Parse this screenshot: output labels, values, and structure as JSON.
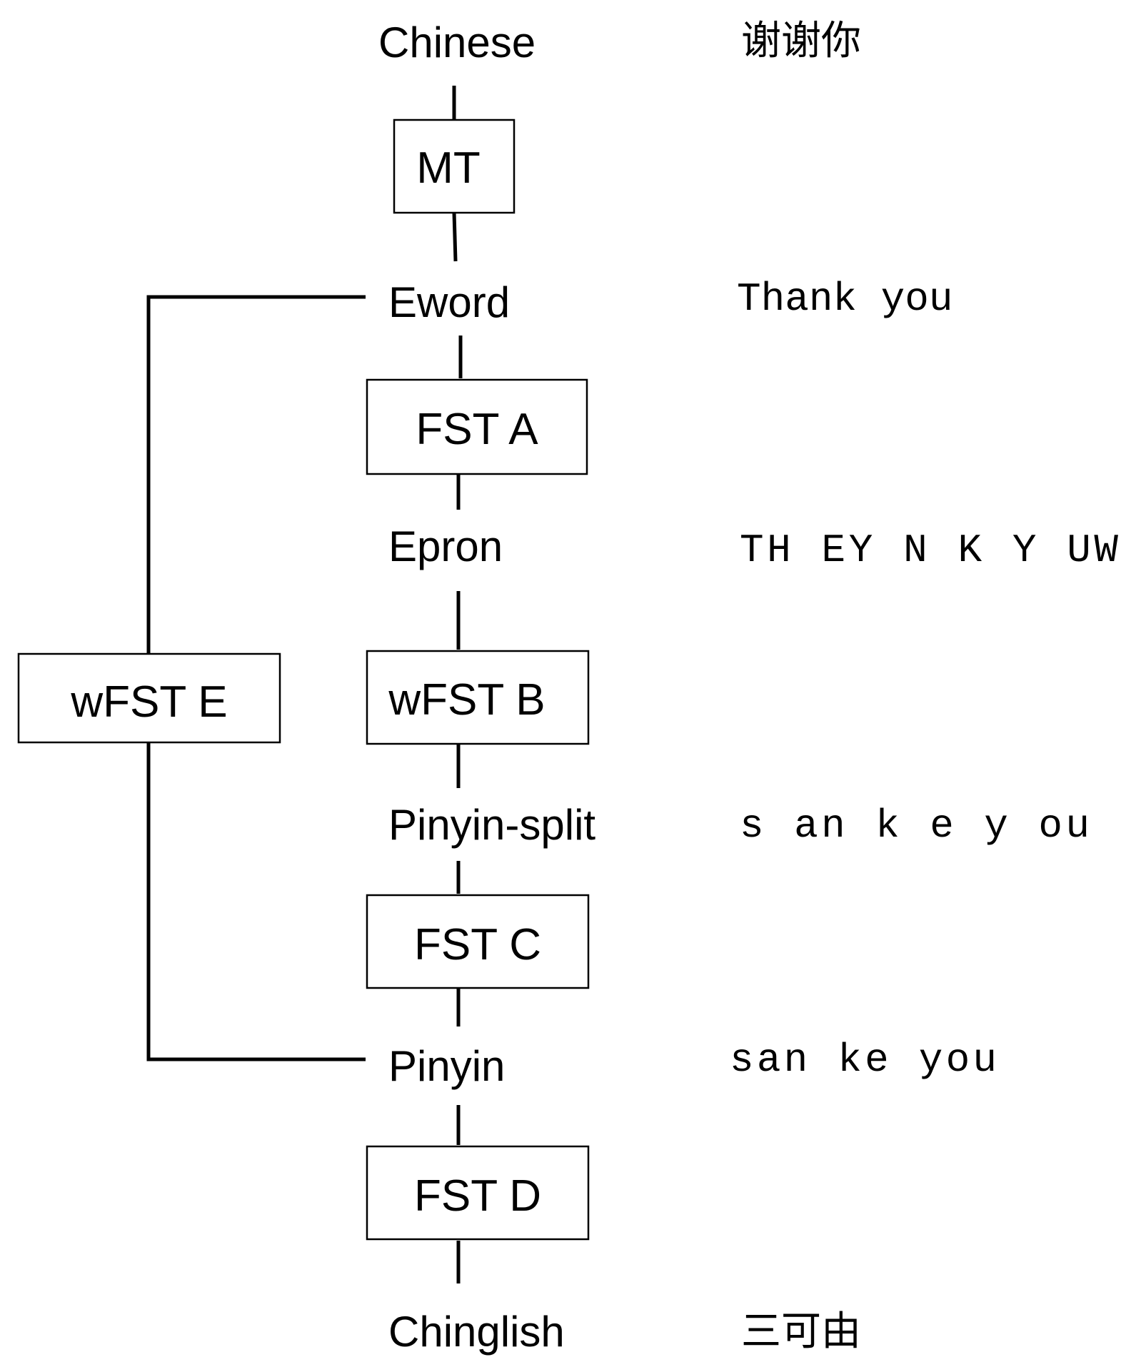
{
  "nodes": {
    "chinese": "Chinese",
    "eword": "Eword",
    "epron": "Epron",
    "pinyin_split": "Pinyin-split",
    "pinyin": "Pinyin",
    "chinglish": "Chinglish"
  },
  "boxes": {
    "mt": "MT",
    "fst_a": "FST A",
    "wfst_b": "wFST B",
    "fst_c": "FST C",
    "fst_d": "FST D",
    "wfst_e": "wFST E"
  },
  "examples": {
    "chinese": "谢谢你",
    "eword": "Thank you",
    "epron": "TH EY N K Y UW",
    "pinyin_split": "s an k e y ou",
    "pinyin": "san ke you",
    "chinglish": "三可由"
  }
}
